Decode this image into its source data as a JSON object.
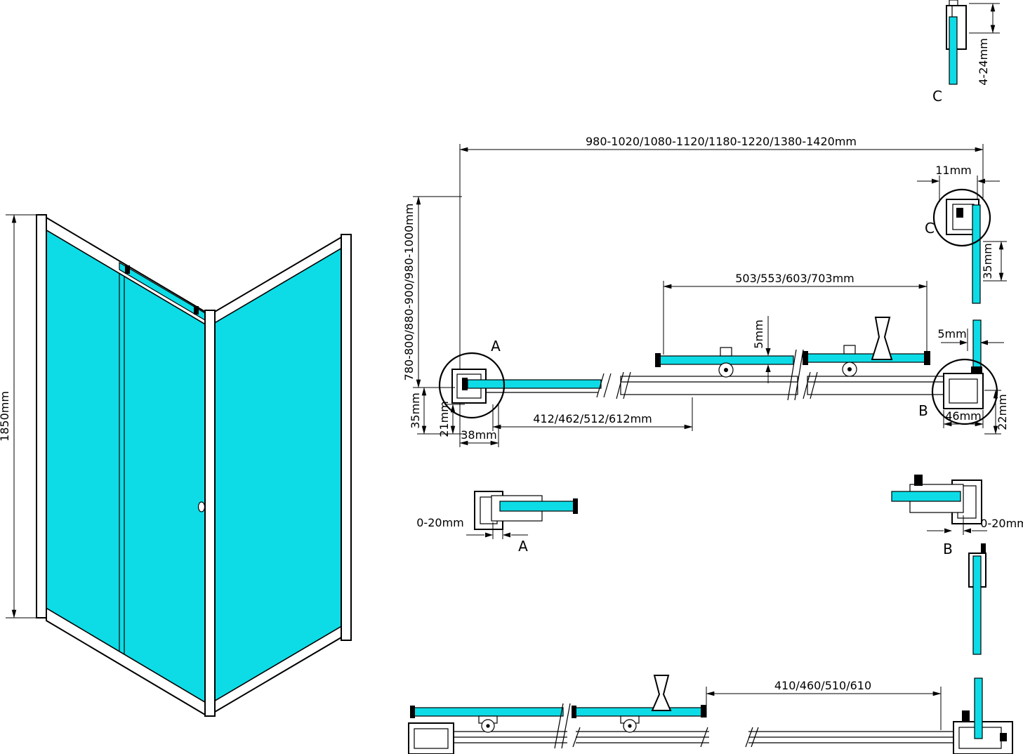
{
  "colors": {
    "glass": "#0ddce6",
    "line": "#000000",
    "background": "#ffffff"
  },
  "iso_view": {
    "height_dim": "1850mm"
  },
  "plan_view": {
    "overall_width_dim": "980-1020/1080-1120/1180-1220/1380-1420mm",
    "depth_dim": "780-800/880-900/980-1000mm",
    "door_glass_dim": "503/553/603/703mm",
    "fixed_glass_dim": "412/462/512/612mm",
    "top_profile_width_dim": "11mm",
    "side_glass_inset_dim": "35mm",
    "mid_gap_dim": "5mm",
    "side_gap_dim": "5mm",
    "wall_profile_depth_dim": "35mm",
    "wall_profile_inner_dim": "21mm",
    "wall_profile_width_dim": "38mm",
    "right_profile_width_dim": "46mm",
    "right_profile_depth_dim": "22mm"
  },
  "bottom_view": {
    "glass_width_dim": "410/460/510/610"
  },
  "details": {
    "a_label": "A",
    "b_label": "B",
    "c_label": "C",
    "a_adjust_dim": "0-20mm",
    "b_adjust_dim": "0-20mm",
    "c_adjust_dim": "4-24mm"
  }
}
